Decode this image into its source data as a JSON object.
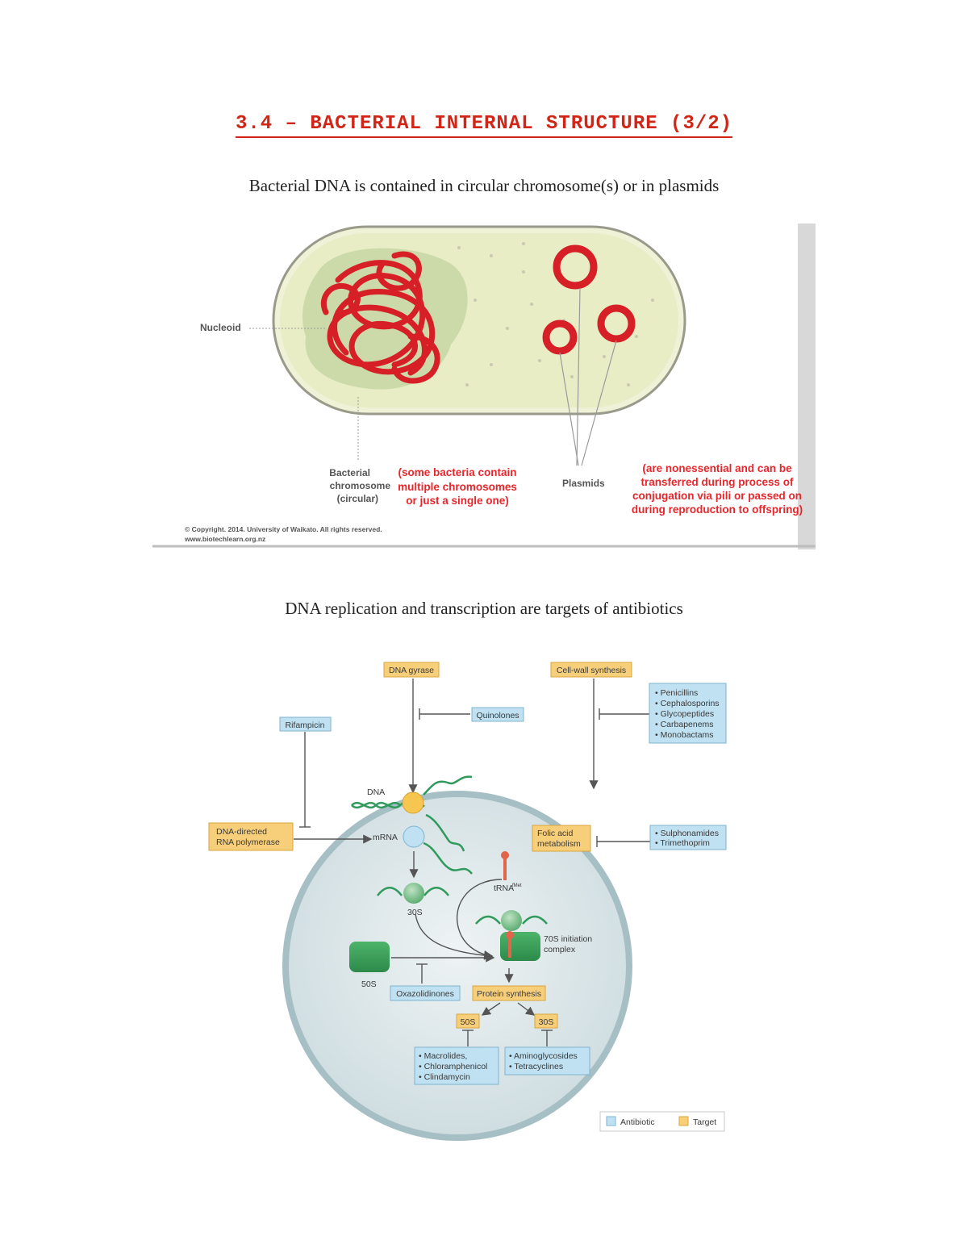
{
  "title": "3.4 – BACTERIAL INTERNAL STRUCTURE (3/2)",
  "caption1": "Bacterial DNA is contained in circular chromosome(s) or in plasmids",
  "caption2": "DNA replication and transcription are targets of antibiotics",
  "cell_figure": {
    "nucleoid_label": "Nucleoid",
    "chromosome_label": [
      "Bacterial",
      "chromosome",
      "(circular)"
    ],
    "chromosome_note": [
      "(some bacteria contain",
      "multiple chromosomes",
      "or just a single one)"
    ],
    "plasmids_label": "Plasmids",
    "plasmids_note": [
      "(are nonessential and can be",
      "transferred during process of",
      "conjugation via pili or passed on",
      "during reproduction to offspring)"
    ],
    "copyright": [
      "© Copyright. 2014. University of Waikato. All rights reserved.",
      "www.biotechlearn.org.nz"
    ]
  },
  "antibiotic_figure": {
    "targets": {
      "dna_gyrase": "DNA gyrase",
      "cell_wall": "Cell-wall synthesis",
      "rna_pol": [
        "DNA-directed",
        "RNA polymerase"
      ],
      "folic_acid": [
        "Folic acid",
        "metabolism"
      ],
      "protein_synthesis": "Protein synthesis",
      "sub50": "50S",
      "sub30": "30S"
    },
    "antibiotics": {
      "quinolones": "Quinolones",
      "rifampicin": "Rifampicin",
      "cell_wall_list": [
        "• Penicillins",
        "• Cephalosporins",
        "• Glycopeptides",
        "• Carbapenems",
        "• Monobactams"
      ],
      "folate_list": [
        "• Sulphonamides",
        "• Trimethoprim"
      ],
      "oxazolidinones": "Oxazolidinones",
      "macrolide_list": [
        "• Macrolides,",
        "• Chloramphenicol",
        "• Clindamycin"
      ],
      "amino_list": [
        "• Aminoglycosides",
        "• Tetracyclines"
      ]
    },
    "cell_labels": {
      "dna": "DNA",
      "mrna": "mRNA",
      "trna": "tRNA",
      "trna_sup": "fMet",
      "s30": "30S",
      "s50": "50S",
      "complex": [
        "70S initiation",
        "complex"
      ]
    },
    "legend": {
      "antibiotic": "Antibiotic",
      "target": "Target"
    },
    "colors": {
      "target_fill": "#f7cf7a",
      "antibiotic_fill": "#bfe1f2",
      "cell_fill": "#dfe8ea",
      "ribosome": "#3da05a"
    }
  }
}
